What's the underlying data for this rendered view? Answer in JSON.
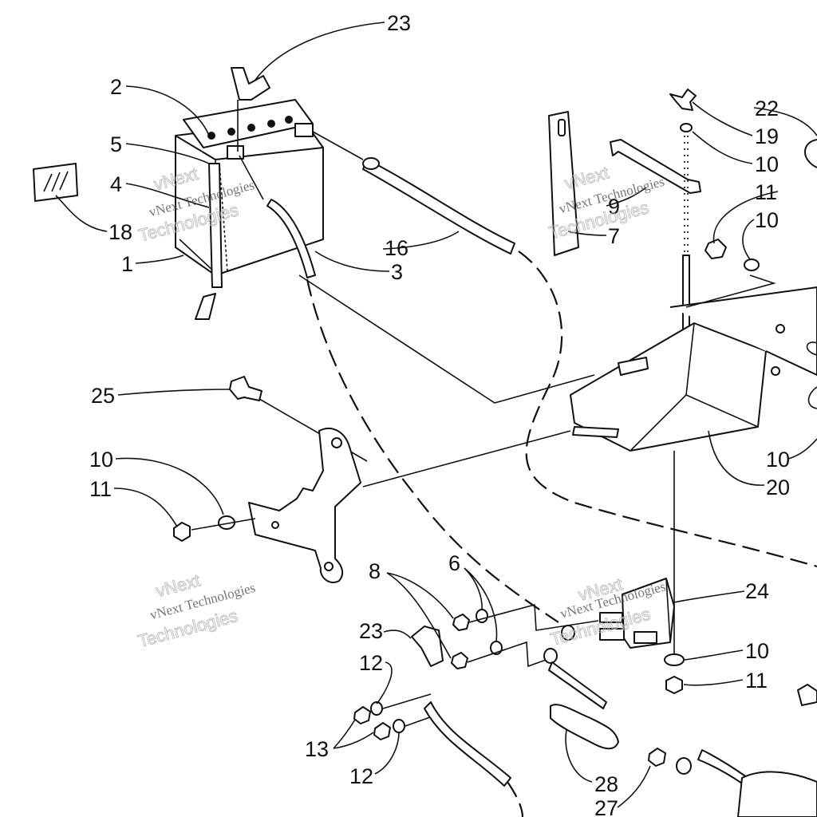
{
  "callouts": [
    {
      "id": "c23a",
      "text": "23"
    },
    {
      "id": "c2",
      "text": "2"
    },
    {
      "id": "c5",
      "text": "5"
    },
    {
      "id": "c4",
      "text": "4"
    },
    {
      "id": "c18",
      "text": "18"
    },
    {
      "id": "c1",
      "text": "1"
    },
    {
      "id": "c16",
      "text": "16"
    },
    {
      "id": "c3",
      "text": "3"
    },
    {
      "id": "c9",
      "text": "9"
    },
    {
      "id": "c7",
      "text": "7"
    },
    {
      "id": "c22",
      "text": "22"
    },
    {
      "id": "c19",
      "text": "19"
    },
    {
      "id": "c10a",
      "text": "10"
    },
    {
      "id": "c11a",
      "text": "11"
    },
    {
      "id": "c10b",
      "text": "10"
    },
    {
      "id": "c25",
      "text": "25"
    },
    {
      "id": "c10c",
      "text": "10"
    },
    {
      "id": "c11b",
      "text": "11"
    },
    {
      "id": "c10d",
      "text": "10"
    },
    {
      "id": "c20",
      "text": "20"
    },
    {
      "id": "c8",
      "text": "8"
    },
    {
      "id": "c6",
      "text": "6"
    },
    {
      "id": "c24",
      "text": "24"
    },
    {
      "id": "c23b",
      "text": "23"
    },
    {
      "id": "c12a",
      "text": "12"
    },
    {
      "id": "c10e",
      "text": "10"
    },
    {
      "id": "c11c",
      "text": "11"
    },
    {
      "id": "c13",
      "text": "13"
    },
    {
      "id": "c12b",
      "text": "12"
    },
    {
      "id": "c28",
      "text": "28"
    },
    {
      "id": "c27",
      "text": "27"
    }
  ],
  "watermark": {
    "line1": "vNext Technologies",
    "line2": "vNext",
    "line3": "Technologies"
  }
}
